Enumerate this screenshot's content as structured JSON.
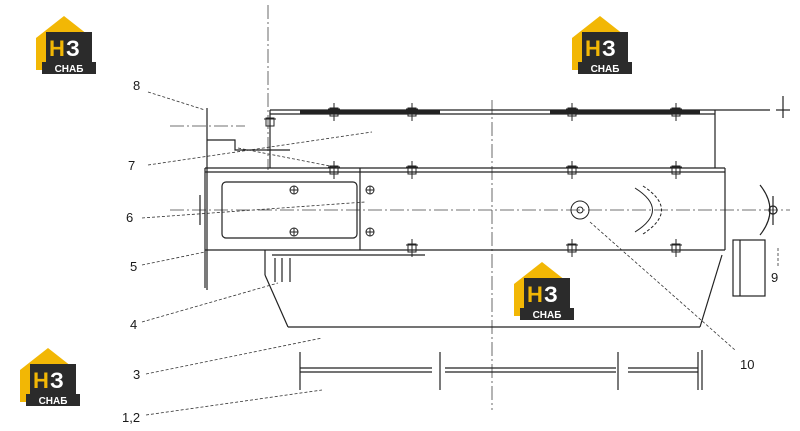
{
  "callouts": {
    "c1": "1,2",
    "c3": "3",
    "c4": "4",
    "c5": "5",
    "c6": "6",
    "c7": "7",
    "c8": "8",
    "c9": "9",
    "c10": "10"
  },
  "watermark": {
    "letters": "НЗ",
    "caption": "СНАБ",
    "colors": {
      "yellow": "#f2b705",
      "dark": "#2b2b2b"
    }
  }
}
